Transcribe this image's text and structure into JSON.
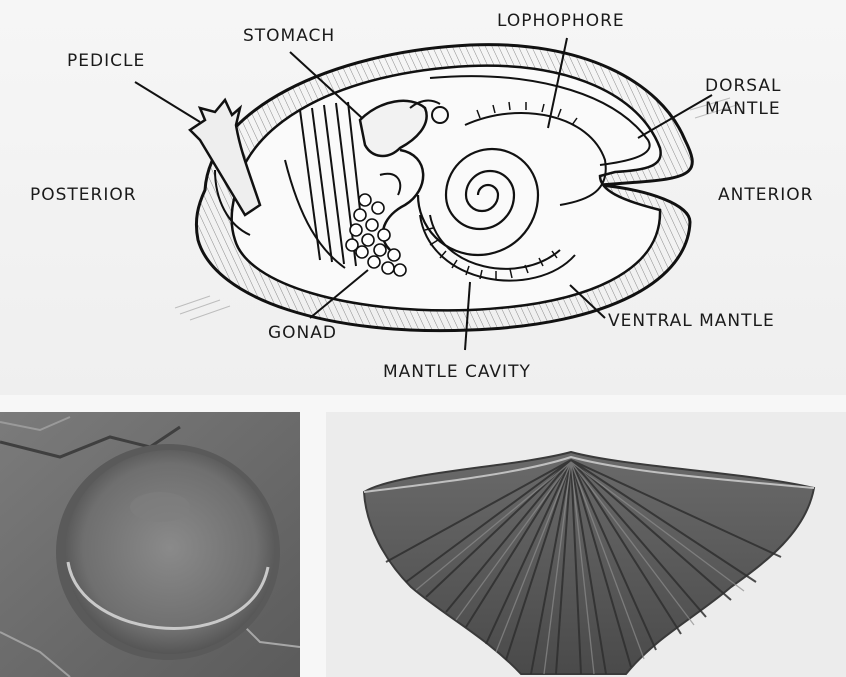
{
  "diagram": {
    "labels": {
      "stomach": "STOMACH",
      "lophophore": "LOPHOPHORE",
      "pedicle": "PEDICLE",
      "dorsal_mantle": "DORSAL\nMANTLE",
      "posterior": "POSTERIOR",
      "anterior": "ANTERIOR",
      "gonad": "GONAD",
      "ventral_mantle": "VENTRAL MANTLE",
      "mantle_cavity": "MANTLE CAVITY"
    }
  },
  "photos": {
    "left": {
      "subject": "round brachiopod fossil on rock"
    },
    "right": {
      "subject": "ribbed spiriferid brachiopod fossil"
    }
  }
}
